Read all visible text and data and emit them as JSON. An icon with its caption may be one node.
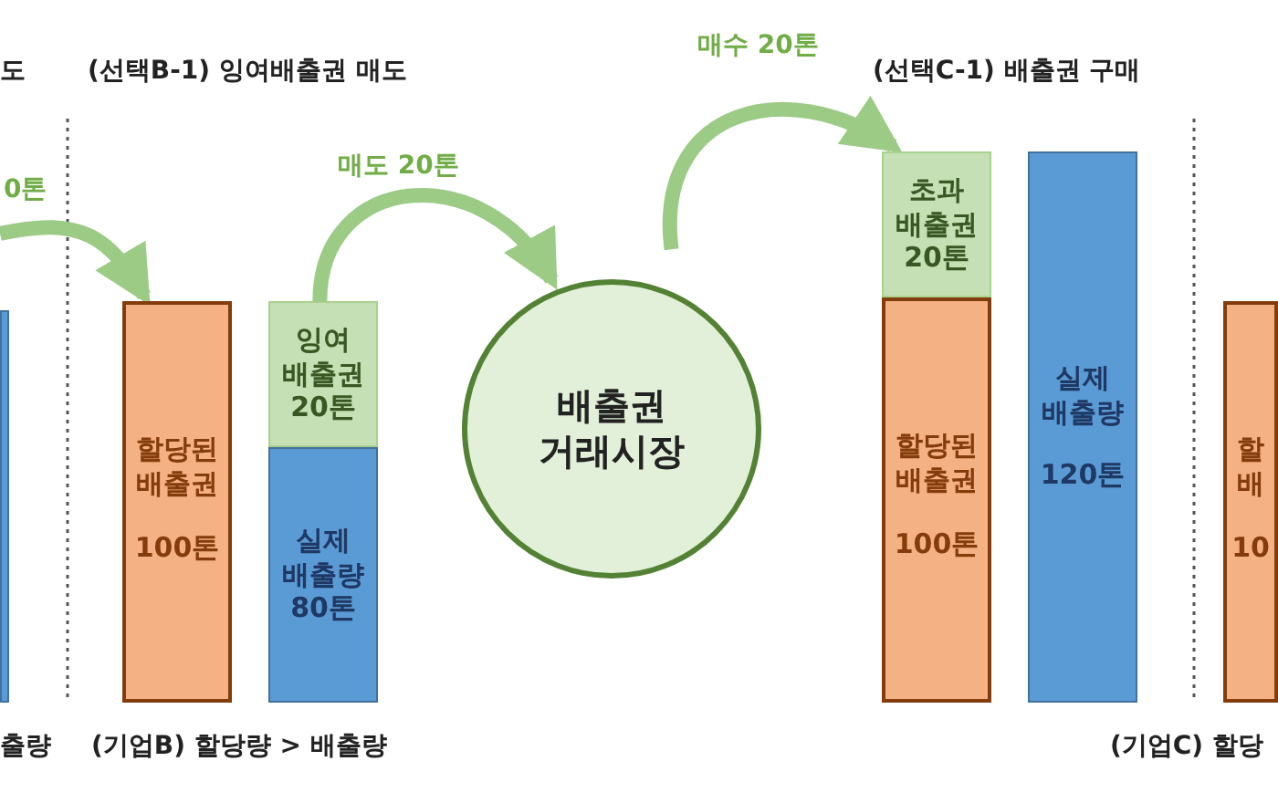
{
  "diagram": {
    "nodes": [
      {
        "text": [
          "할당된 배출권",
          "100톤"
        ]
      },
      {
        "text": [
          "잉여 배출권 20톤"
        ]
      },
      {
        "text": [
          "실제 배출량 80톤"
        ]
      },
      {
        "text": [
          "배출권 거래시장"
        ]
      },
      {
        "text": [
          "초과 배출권 20톤"
        ]
      },
      {
        "text": [
          "할당된 배출권",
          "100톤"
        ]
      },
      {
        "text": [
          "실제 배출량",
          "120톤"
        ]
      },
      {
        "text": [],
        "shape": "bar"
      },
      {
        "text": [
          "할 배",
          "10"
        ]
      }
    ],
    "edges": [
      {
        "from": null,
        "to": 0,
        "arrow": "to",
        "label": "0톤"
      },
      {
        "from": 1,
        "to": 3,
        "arrow": "to",
        "label": "매도 20톤"
      },
      {
        "from": 3,
        "to": 4,
        "arrow": "to",
        "label": "매수 20톤"
      }
    ],
    "labels": [
      "도",
      "(선택B-1) 잉여배출권 매도",
      "(선택C-1) 배출권 구매",
      "출량",
      "(기업B) 할당량 > 배출량",
      "(기업C) 할당"
    ]
  }
}
